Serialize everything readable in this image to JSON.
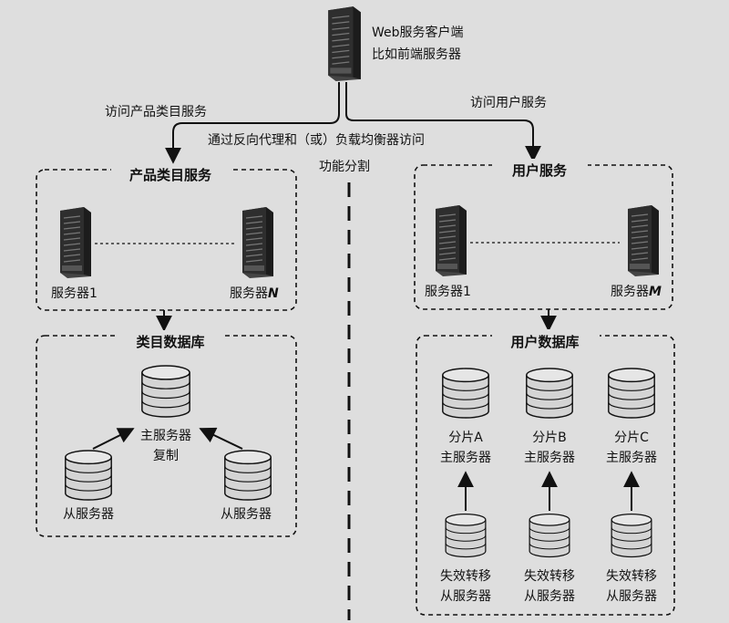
{
  "client": {
    "line1": "Web服务客户端",
    "line2": "比如前端服务器"
  },
  "edges": {
    "to_product": "访问产品类目服务",
    "to_user": "访问用户服务",
    "proxy": "通过反向代理和（或）负载均衡器访问"
  },
  "split_label": "功能分割",
  "product_service": {
    "title": "产品类目服务",
    "server_1": "服务器1",
    "server_n_prefix": "服务器",
    "server_n_suffix": "N"
  },
  "product_db": {
    "title": "类目数据库",
    "master_line1": "主服务器",
    "master_line2": "复制",
    "slave_left": "从服务器",
    "slave_right": "从服务器"
  },
  "user_service": {
    "title": "用户服务",
    "server_1": "服务器1",
    "server_m_prefix": "服务器",
    "server_m_suffix": "M"
  },
  "user_db": {
    "title": "用户数据库",
    "shards": [
      {
        "line1": "分片A",
        "line2": "主服务器"
      },
      {
        "line1": "分片B",
        "line2": "主服务器"
      },
      {
        "line1": "分片C",
        "line2": "主服务器"
      }
    ],
    "failover": [
      {
        "line1": "失效转移",
        "line2": "从服务器"
      },
      {
        "line1": "失效转移",
        "line2": "从服务器"
      },
      {
        "line1": "失效转移",
        "line2": "从服务器"
      }
    ]
  },
  "colors": {
    "background": "#dedede",
    "ink": "#111111",
    "server_dark": "#3a3a3a",
    "db_fill": "#d4d4d4"
  }
}
